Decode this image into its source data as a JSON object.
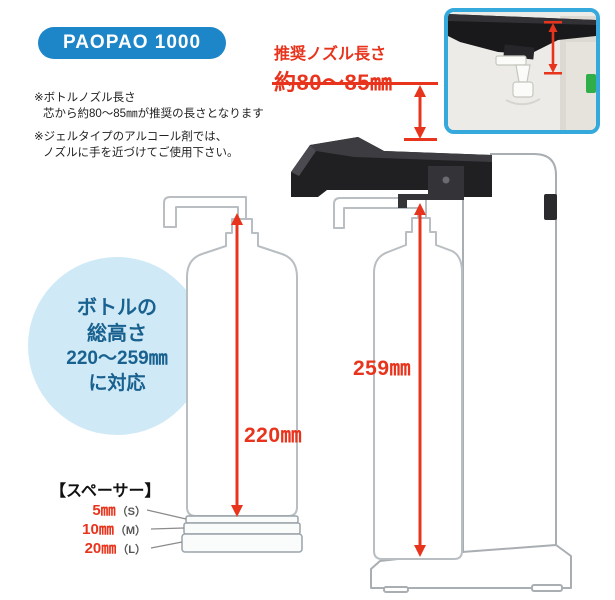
{
  "header": {
    "badge": "PAOPAO 1000",
    "nozzle_length_title": "推奨ノズル長さ",
    "nozzle_length_value": "約80〜85㎜"
  },
  "notes": {
    "note1_line1": "※ボトルノズル長さ",
    "note1_line2": "芯から約80〜85㎜が推奨の長さとなります",
    "note2_line1": "※ジェルタイプのアルコール剤では、",
    "note2_line2": "ノズルに手を近づけてご使用下さい。"
  },
  "bottle_height_circle": {
    "line1": "ボトルの",
    "line2": "総高さ",
    "line3": "220〜259㎜",
    "line4": "に対応"
  },
  "dimensions": {
    "bottle_short": "220㎜",
    "bottle_tall": "259㎜"
  },
  "spacers": {
    "title": "【スペーサー】",
    "items": [
      {
        "size": "5㎜",
        "label": "（S）"
      },
      {
        "size": "10㎜",
        "label": "（M）"
      },
      {
        "size": "20㎜",
        "label": "（L）"
      }
    ]
  },
  "colors": {
    "brand_blue": "#1d86c8",
    "photo_border_blue": "#36a9dc",
    "accent_red": "#e8341c",
    "circle_fill": "#cfe9f7",
    "circle_text": "#19618f"
  }
}
